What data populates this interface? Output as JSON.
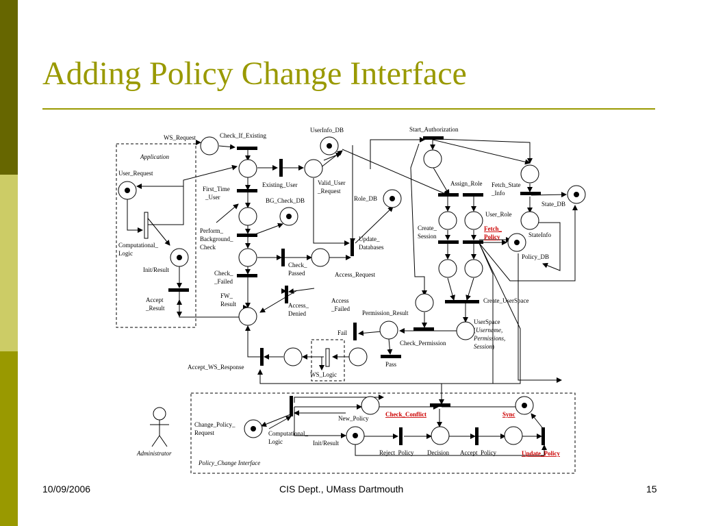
{
  "slide": {
    "title": "Adding Policy Change Interface",
    "colors": {
      "accent": "#999900",
      "bar_dark": "#666600",
      "bar_mid": "#999900",
      "bar_light": "#cccc66",
      "highlight_text": "#cc0000"
    },
    "footer": {
      "date": "10/09/2006",
      "center": "CIS Dept., UMass Dartmouth",
      "page": "15"
    }
  },
  "diagram": {
    "group_titles": {
      "application": "Application",
      "ws_logic": "WS_Logic",
      "policy_change": "Policy_Change Interface",
      "administrator": "Administrator"
    },
    "labels": {
      "ws_request": "WS_Request",
      "check_if_existing": "Check_If_Existing",
      "userinfo_db": "UserInfo_DB",
      "start_authorization": "Start_Authorization",
      "user_request": "User_Request",
      "first_time_user_1": "First_Time",
      "first_time_user_2": "_User",
      "existing_user": "Existing_User",
      "valid_user_request_1": "Valid_User",
      "valid_user_request_2": "_Request",
      "bg_check_db": "BG_Check_DB",
      "role_db": "Role_DB",
      "assign_role": "Assign_Role",
      "fetch_state_info_1": "Fetch_State",
      "fetch_state_info_2": "_Info",
      "state_db": "State_DB",
      "user_role": "User_Role",
      "perform_bg_check_1": "Perform_",
      "perform_bg_check_2": "Background_",
      "perform_bg_check_3": "Check",
      "computational_logic_1": "Computational_",
      "computational_logic_2": "Logic",
      "update_databases_1": "Update_",
      "update_databases_2": "Databases",
      "create_session_1": "Create_",
      "create_session_2": "Session",
      "fetch_policy_1": "Fetch_",
      "fetch_policy_2": "Policy",
      "stateinfo": "StateInfo",
      "policy_db": "Policy_DB",
      "init_result": "Init/Result",
      "check_failed_1": "Check_",
      "check_failed_2": "_Failed",
      "check_passed_1": "Check_",
      "check_passed_2": "Passed",
      "access_request": "Access_Request",
      "accept_result_1": "Accept",
      "accept_result_2": "_Result",
      "fw_result_1": "FW_",
      "fw_result_2": "Result",
      "access_denied_1": "Access_",
      "access_denied_2": "Denied",
      "access_failed_1": "Access",
      "access_failed_2": "_Failed",
      "permission_result": "Permission_Result",
      "create_userspace": "Create_UserSpace",
      "userspace_1": "UserSpace",
      "userspace_2a": "(",
      "userspace_2b": "Username,",
      "userspace_3": "Permissions,",
      "userspace_4": "Session",
      "userspace_4b": ")",
      "fail": "Fail",
      "check_permission": "Check_Permission",
      "pass": "Pass",
      "accept_ws_response": "Accept_WS_Response",
      "check_conflict": "Check_Conflict",
      "sync": "Sync",
      "new_policy": "New_Policy",
      "change_policy_request_1": "Change_Policy_",
      "change_policy_request_2": "Request",
      "pc_computational_logic_1": "Computational_",
      "pc_computational_logic_2": "Logic",
      "pc_init_result": "Init/Result",
      "reject_policy": "Reject_Policy",
      "decision": "Decision",
      "accept_policy": "Accept_Policy",
      "update_policy": "Update_Policy"
    }
  }
}
